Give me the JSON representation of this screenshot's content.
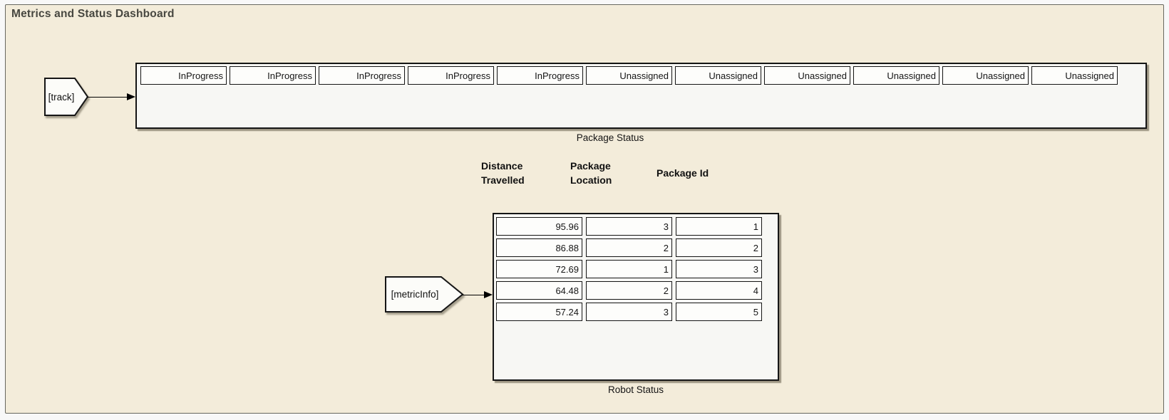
{
  "diagram": {
    "title": "Metrics and Status Dashboard"
  },
  "package_status": {
    "source_tag": "[track]",
    "label": "Package Status",
    "cells": [
      "InProgress",
      "InProgress",
      "InProgress",
      "InProgress",
      "InProgress",
      "Unassigned",
      "Unassigned",
      "Unassigned",
      "Unassigned",
      "Unassigned",
      "Unassigned"
    ]
  },
  "robot_status": {
    "source_tag": "[metricInfo]",
    "label": "Robot Status",
    "columns": [
      "Distance Travelled",
      "Package Location",
      "Package Id"
    ],
    "rows": [
      [
        "95.96",
        "3",
        "1"
      ],
      [
        "86.88",
        "2",
        "2"
      ],
      [
        "72.69",
        "1",
        "3"
      ],
      [
        "64.48",
        "2",
        "4"
      ],
      [
        "57.24",
        "3",
        "5"
      ]
    ]
  },
  "colors": {
    "area_background": "#f3ecda",
    "block_background": "#f7f7f4",
    "cell_background": "#fdfdfb",
    "border": "#151515"
  }
}
